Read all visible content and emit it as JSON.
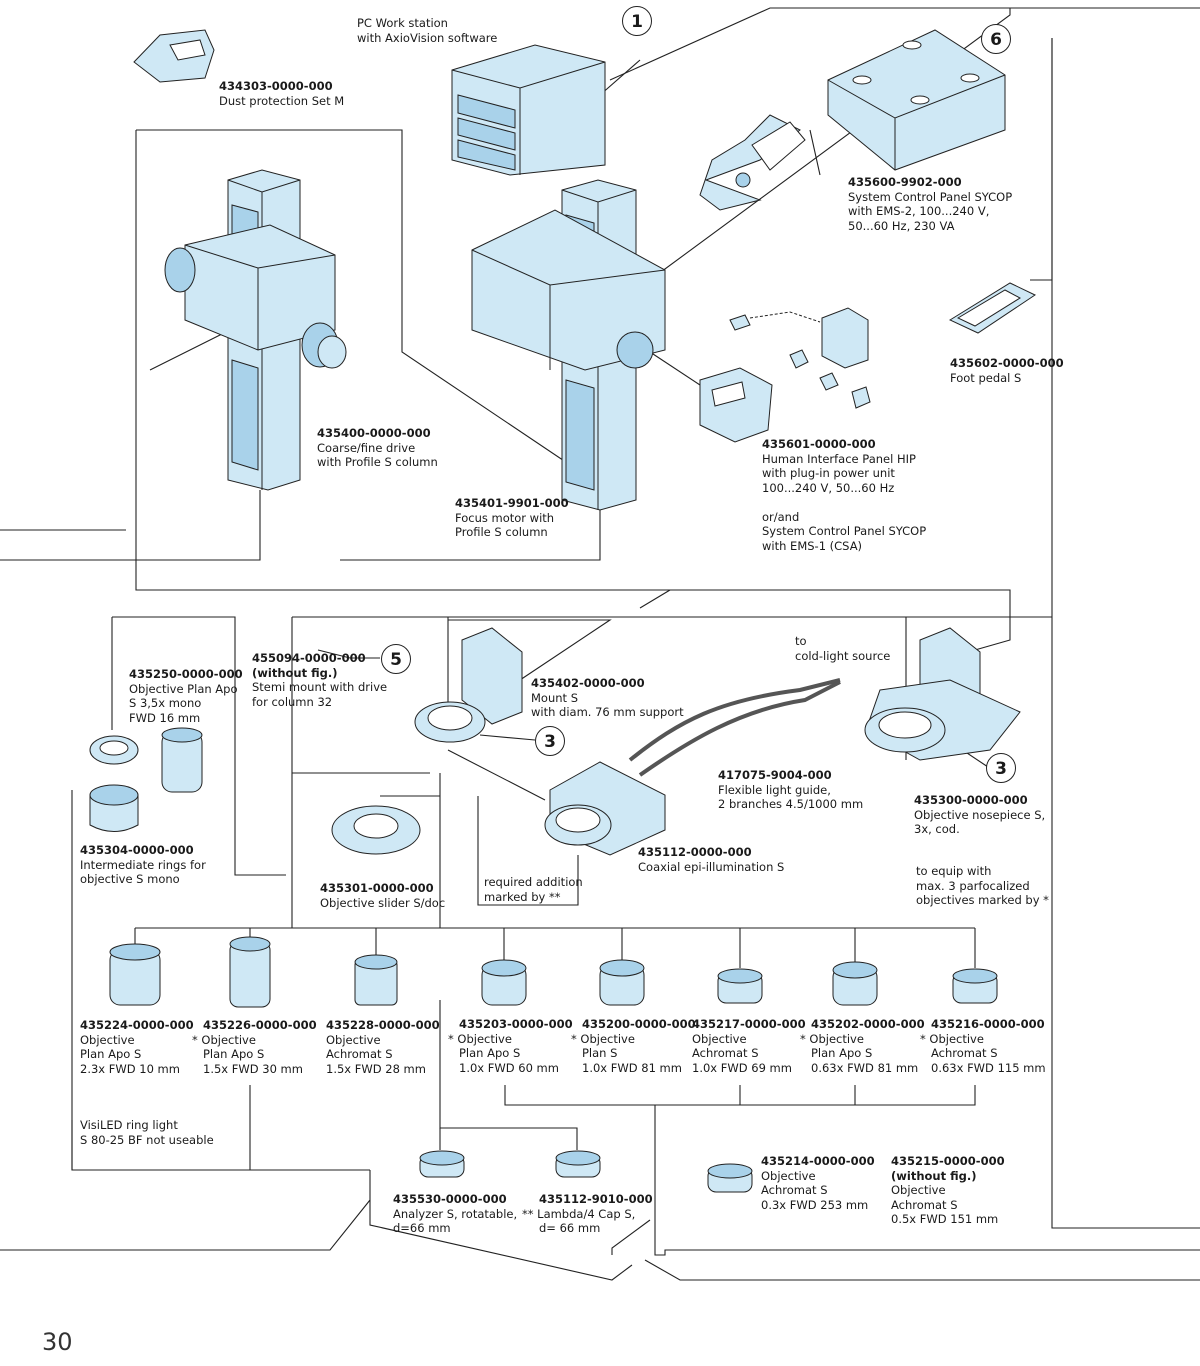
{
  "page_number": "30",
  "callouts": [
    {
      "id": "c1",
      "n": "1"
    },
    {
      "id": "c6",
      "n": "6"
    },
    {
      "id": "c5",
      "n": "5"
    },
    {
      "id": "c3a",
      "n": "3"
    },
    {
      "id": "c3b",
      "n": "3"
    }
  ],
  "parts": [
    {
      "id": "pc",
      "code": "",
      "lines": [
        "PC Work station",
        "with AxioVision software"
      ]
    },
    {
      "id": "dust",
      "code": "434303-0000-000",
      "lines": [
        "Dust protection Set M"
      ]
    },
    {
      "id": "sycop2",
      "code": "435600-9902-000",
      "lines": [
        "System Control Panel SYCOP",
        "with EMS-2, 100...240 V,",
        "50...60 Hz, 230 VA"
      ]
    },
    {
      "id": "foot",
      "code": "435602-0000-000",
      "lines": [
        "Foot pedal S"
      ]
    },
    {
      "id": "coarse",
      "code": "435400-0000-000",
      "lines": [
        "Coarse/fine drive",
        "with Profile S column"
      ]
    },
    {
      "id": "focus",
      "code": "435401-9901-000",
      "lines": [
        "Focus motor with",
        "Profile S column"
      ]
    },
    {
      "id": "hip",
      "code": "435601-0000-000",
      "lines": [
        "Human Interface Panel HIP",
        "with plug-in power unit",
        "100...240 V, 50...60 Hz",
        "",
        "or/and",
        "System Control Panel SYCOP",
        "with EMS-1 (CSA)"
      ]
    },
    {
      "id": "cold",
      "code": "",
      "lines": [
        "to",
        "cold-light source"
      ]
    },
    {
      "id": "plan35",
      "code": "435250-0000-000",
      "lines": [
        "Objective Plan Apo",
        "S 3,5x mono",
        "FWD 16 mm"
      ]
    },
    {
      "id": "stemi",
      "code": "455094-0000-000",
      "code2": "(without fig.)",
      "lines": [
        "Stemi mount with drive",
        "for column 32"
      ]
    },
    {
      "id": "mount",
      "code": "435402-0000-000",
      "lines": [
        "Mount S",
        "with diam. 76 mm support"
      ]
    },
    {
      "id": "guide",
      "code": "417075-9004-000",
      "lines": [
        "Flexible light guide,",
        "2 branches 4.5/1000 mm"
      ]
    },
    {
      "id": "nose",
      "code": "435300-0000-000",
      "lines": [
        "Objective nosepiece S,",
        "3x, cod."
      ]
    },
    {
      "id": "rings",
      "code": "435304-0000-000",
      "lines": [
        "Intermediate rings for",
        "objective S mono"
      ]
    },
    {
      "id": "slider",
      "code": "435301-0000-000",
      "lines": [
        "Objective slider S/doc"
      ]
    },
    {
      "id": "coax",
      "code": "435112-0000-000",
      "lines": [
        "Coaxial epi-illumination S"
      ]
    },
    {
      "id": "req",
      "code": "",
      "lines": [
        "required addition",
        "marked by **"
      ]
    },
    {
      "id": "equip",
      "code": "",
      "lines": [
        "to equip with",
        "max. 3 parfocalized",
        "objectives marked by *"
      ]
    },
    {
      "id": "o1",
      "code": "435224-0000-000",
      "lines": [
        "Objective",
        "Plan Apo S",
        "2.3x FWD 10 mm"
      ]
    },
    {
      "id": "o2",
      "code": "435226-0000-000",
      "lines": [
        "* Objective",
        "Plan Apo S",
        "1.5x FWD 30 mm"
      ]
    },
    {
      "id": "o3",
      "code": "435228-0000-000",
      "lines": [
        "Objective",
        "Achromat S",
        "1.5x FWD 28 mm"
      ]
    },
    {
      "id": "o4",
      "code": "435203-0000-000",
      "lines": [
        "* Objective",
        "Plan Apo S",
        "1.0x FWD 60 mm"
      ]
    },
    {
      "id": "o5",
      "code": "435200-0000-000",
      "lines": [
        "* Objective",
        "Plan S",
        "1.0x FWD 81 mm"
      ]
    },
    {
      "id": "o6",
      "code": "435217-0000-000",
      "lines": [
        "Objective",
        "Achromat S",
        "1.0x FWD 69 mm"
      ]
    },
    {
      "id": "o7",
      "code": "435202-0000-000",
      "lines": [
        "* Objective",
        "Plan Apo S",
        "0.63x FWD 81 mm"
      ]
    },
    {
      "id": "o8",
      "code": "435216-0000-000",
      "lines": [
        "* Objective",
        "Achromat S",
        "0.63x FWD 115 mm"
      ]
    },
    {
      "id": "visi",
      "code": "",
      "lines": [
        "VisiLED ring light",
        "S 80-25 BF not useable"
      ]
    },
    {
      "id": "analyzer",
      "code": "435530-0000-000",
      "lines": [
        "Analyzer S, rotatable,",
        "d=66 mm"
      ]
    },
    {
      "id": "lambda",
      "code": "435112-9010-000",
      "lines": [
        "** Lambda/4 Cap S,",
        "d= 66 mm"
      ]
    },
    {
      "id": "ach03",
      "code": "435214-0000-000",
      "lines": [
        "Objective",
        "Achromat S",
        "0.3x FWD 253 mm"
      ]
    },
    {
      "id": "ach05",
      "code": "435215-0000-000",
      "code2": "(without fig.)",
      "lines": [
        "Objective",
        "Achromat S",
        "0.5x FWD 151 mm"
      ]
    }
  ],
  "colors": {
    "device": "#cfe8f5",
    "device_dark": "#a9d2ea",
    "line": "#222222"
  }
}
